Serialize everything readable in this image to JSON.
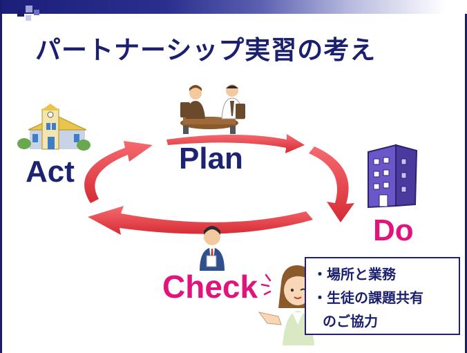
{
  "slide": {
    "title": "パートナーシップ実習の考え"
  },
  "cycle": {
    "plan": "Plan",
    "do": "Do",
    "check": "Check",
    "act": "Act"
  },
  "note": {
    "lines": [
      "・場所と業務",
      "・生徒の課題共有",
      "のご協力"
    ]
  },
  "colors": {
    "title": "#1a1f6e",
    "arrow": "#e8434b",
    "accent": "#e0147a",
    "border": "#1c1c6e"
  },
  "icons": [
    "meeting-people-icon",
    "school-building-icon",
    "office-building-icon",
    "businessman-icon",
    "woman-guide-icon"
  ]
}
